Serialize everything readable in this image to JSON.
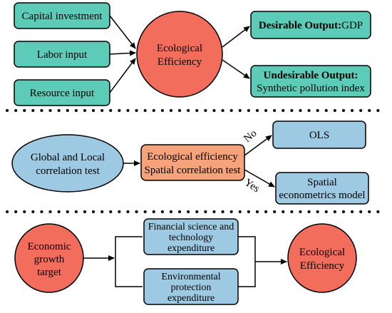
{
  "colors": {
    "teal": "#5ccbb8",
    "salmon": "#f26d5b",
    "light_blue": "#9ec9e2",
    "orange": "#f6a37c",
    "stroke": "#000000"
  },
  "section1": {
    "inputs": [
      "Capital investment",
      "Labor input",
      "Resource input"
    ],
    "center": [
      "Ecological",
      "Efficiency"
    ],
    "output1": {
      "bold": "Desirable Output:",
      "normal": "GDP"
    },
    "output2": {
      "bold": "Undesirable Output:",
      "normal": "Synthetic pollution index"
    }
  },
  "section2": {
    "start": [
      "Global and Local",
      "correlation test"
    ],
    "middle": [
      "Ecological efficiency",
      "Spatial correlation test"
    ],
    "branch_no": "No",
    "branch_yes": "Yes",
    "out_no": [
      "OLS"
    ],
    "out_yes": [
      "Spatial",
      "econometrics model"
    ]
  },
  "section3": {
    "start": [
      "Economic",
      "growth",
      "target"
    ],
    "box1": [
      "Financial science and",
      "technology",
      "expenditure"
    ],
    "box2": [
      "Environmental",
      "protection",
      "expenditure"
    ],
    "end": [
      "Ecological",
      "Efficiency"
    ]
  }
}
